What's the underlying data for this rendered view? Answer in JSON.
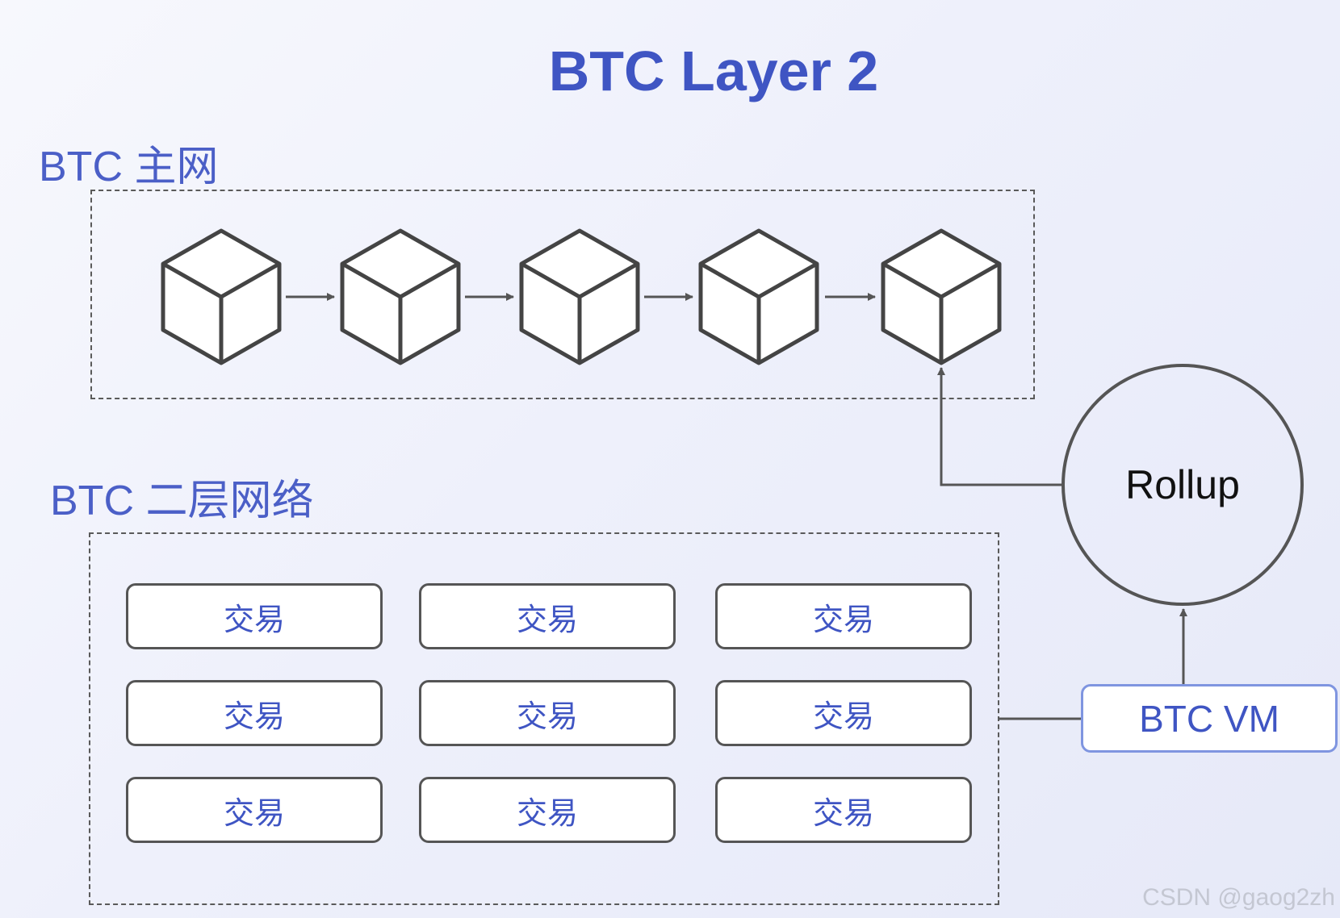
{
  "title": "BTC Layer 2",
  "mainnet": {
    "label": "BTC 主网",
    "block_count": 5
  },
  "layer2": {
    "label": "BTC 二层网络",
    "transactions": [
      [
        "交易",
        "交易",
        "交易"
      ],
      [
        "交易",
        "交易",
        "交易"
      ],
      [
        "交易",
        "交易",
        "交易"
      ]
    ]
  },
  "rollup": {
    "label": "Rollup"
  },
  "vm": {
    "label": "BTC VM"
  },
  "watermark": "CSDN @gaog2zh",
  "colors": {
    "accent": "#3f55c3",
    "stroke": "#555555",
    "vm_border": "#7f95e0"
  }
}
